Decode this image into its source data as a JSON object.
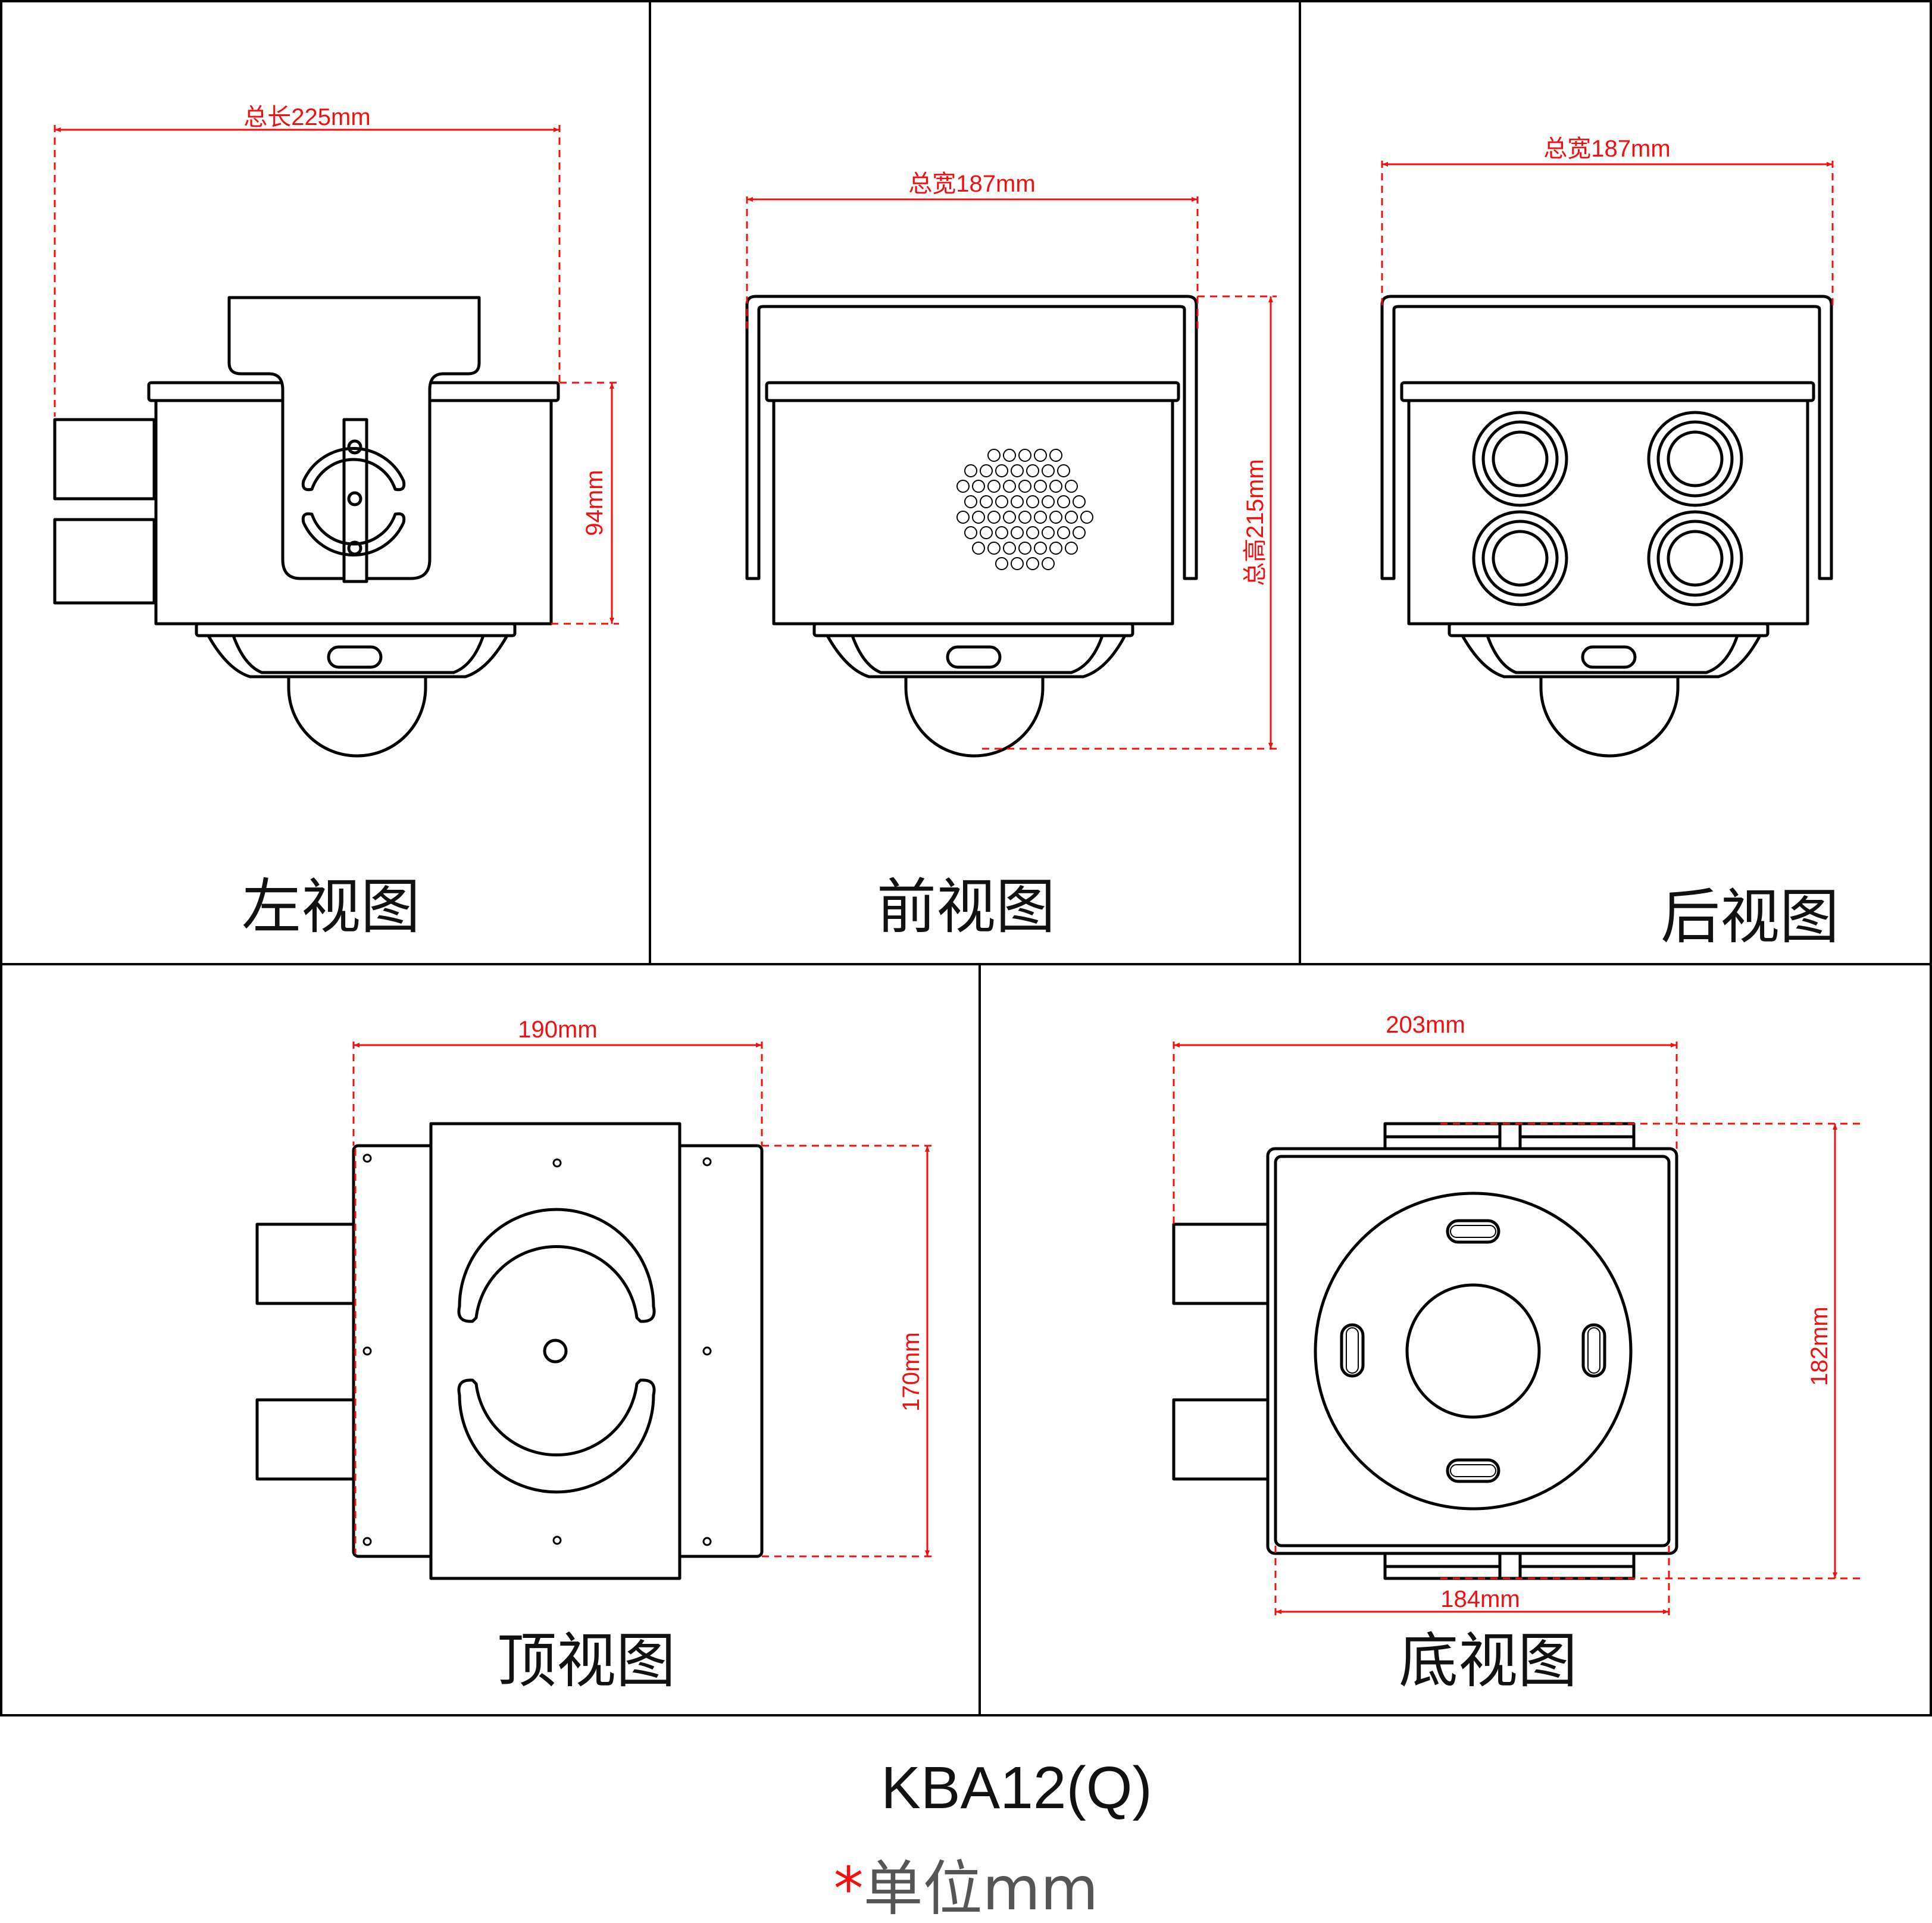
{
  "colors": {
    "line": "#000000",
    "dimension": "#ee1111",
    "unit_note": "#555555"
  },
  "views": {
    "left": {
      "label": "左视图",
      "dim_length": "总长225mm",
      "dim_height": "94mm"
    },
    "front": {
      "label": "前视图",
      "dim_width": "总宽187mm",
      "dim_height": "总高215mm"
    },
    "back": {
      "label": "后视图",
      "dim_width": "总宽187mm"
    },
    "top": {
      "label": "顶视图",
      "dim_width": "190mm",
      "dim_height": "170mm"
    },
    "bottom": {
      "label": "底视图",
      "dim_width_top": "203mm",
      "dim_height": "182mm",
      "dim_width_bottom": "184mm"
    }
  },
  "model": "KBA12(Q)",
  "unit_note": {
    "asterisk": "*",
    "text": "单位mm"
  }
}
